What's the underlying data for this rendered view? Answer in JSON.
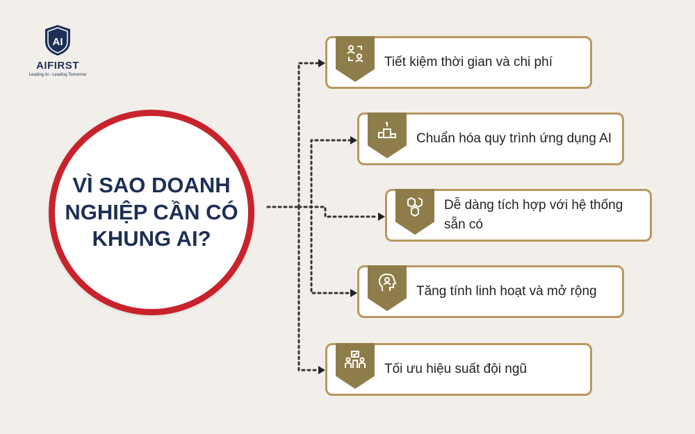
{
  "logo": {
    "mark": "AI",
    "name": "AIFIRST",
    "tagline": "Leading AI - Leading Tomorrow"
  },
  "hub": {
    "title": "VÌ SAO DOANH NGHIỆP CẦN CÓ KHUNG AI?"
  },
  "colors": {
    "background": "#f2efea",
    "hub_ring": "#c8232c",
    "hub_text": "#1e2f55",
    "card_border": "#b9975f",
    "badge": "#8e7d4a"
  },
  "reasons": [
    {
      "label": "Tiết kiệm thời gian và chi phí",
      "icon": "people-exchange-icon"
    },
    {
      "label": "Chuẩn hóa quy trình ứng dụng AI",
      "icon": "podium-icon"
    },
    {
      "label": "Dễ dàng tích hợp với hệ thống sẵn có",
      "icon": "cubes-icon"
    },
    {
      "label": "Tăng tính linh hoạt và mở rộng",
      "icon": "head-profile-icon"
    },
    {
      "label": "Tối ưu hiệu suất đội ngũ",
      "icon": "team-check-icon"
    }
  ]
}
